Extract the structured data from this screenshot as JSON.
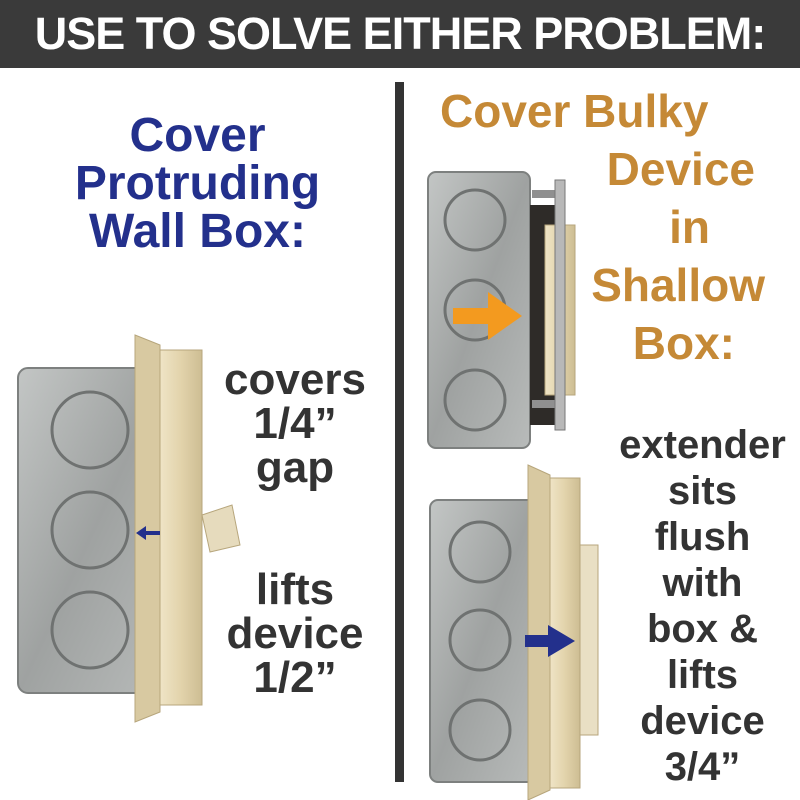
{
  "banner": {
    "title": "USE TO SOLVE EITHER PROBLEM:"
  },
  "left": {
    "heading": [
      "Cover",
      "Protruding",
      "Wall Box:"
    ],
    "caption1": [
      "covers",
      "1/4”",
      "gap"
    ],
    "caption2": [
      "lifts",
      "device",
      "1/2”"
    ]
  },
  "right": {
    "heading": [
      "Cover Bulky",
      "Device",
      "in",
      "Shallow",
      "Box:"
    ],
    "caption": [
      "extender",
      "sits",
      "flush",
      "with",
      "box &",
      "lifts",
      "device",
      "3/4”"
    ]
  },
  "colors": {
    "banner_bg": "#3a3a3a",
    "left_heading": "#23308c",
    "right_heading": "#c58936",
    "caption_text": "#333333",
    "arrow_blue": "#23308c",
    "arrow_orange": "#f39a1f",
    "extender_beige": "#e4d6b1",
    "metal_box": "#a9acab"
  }
}
